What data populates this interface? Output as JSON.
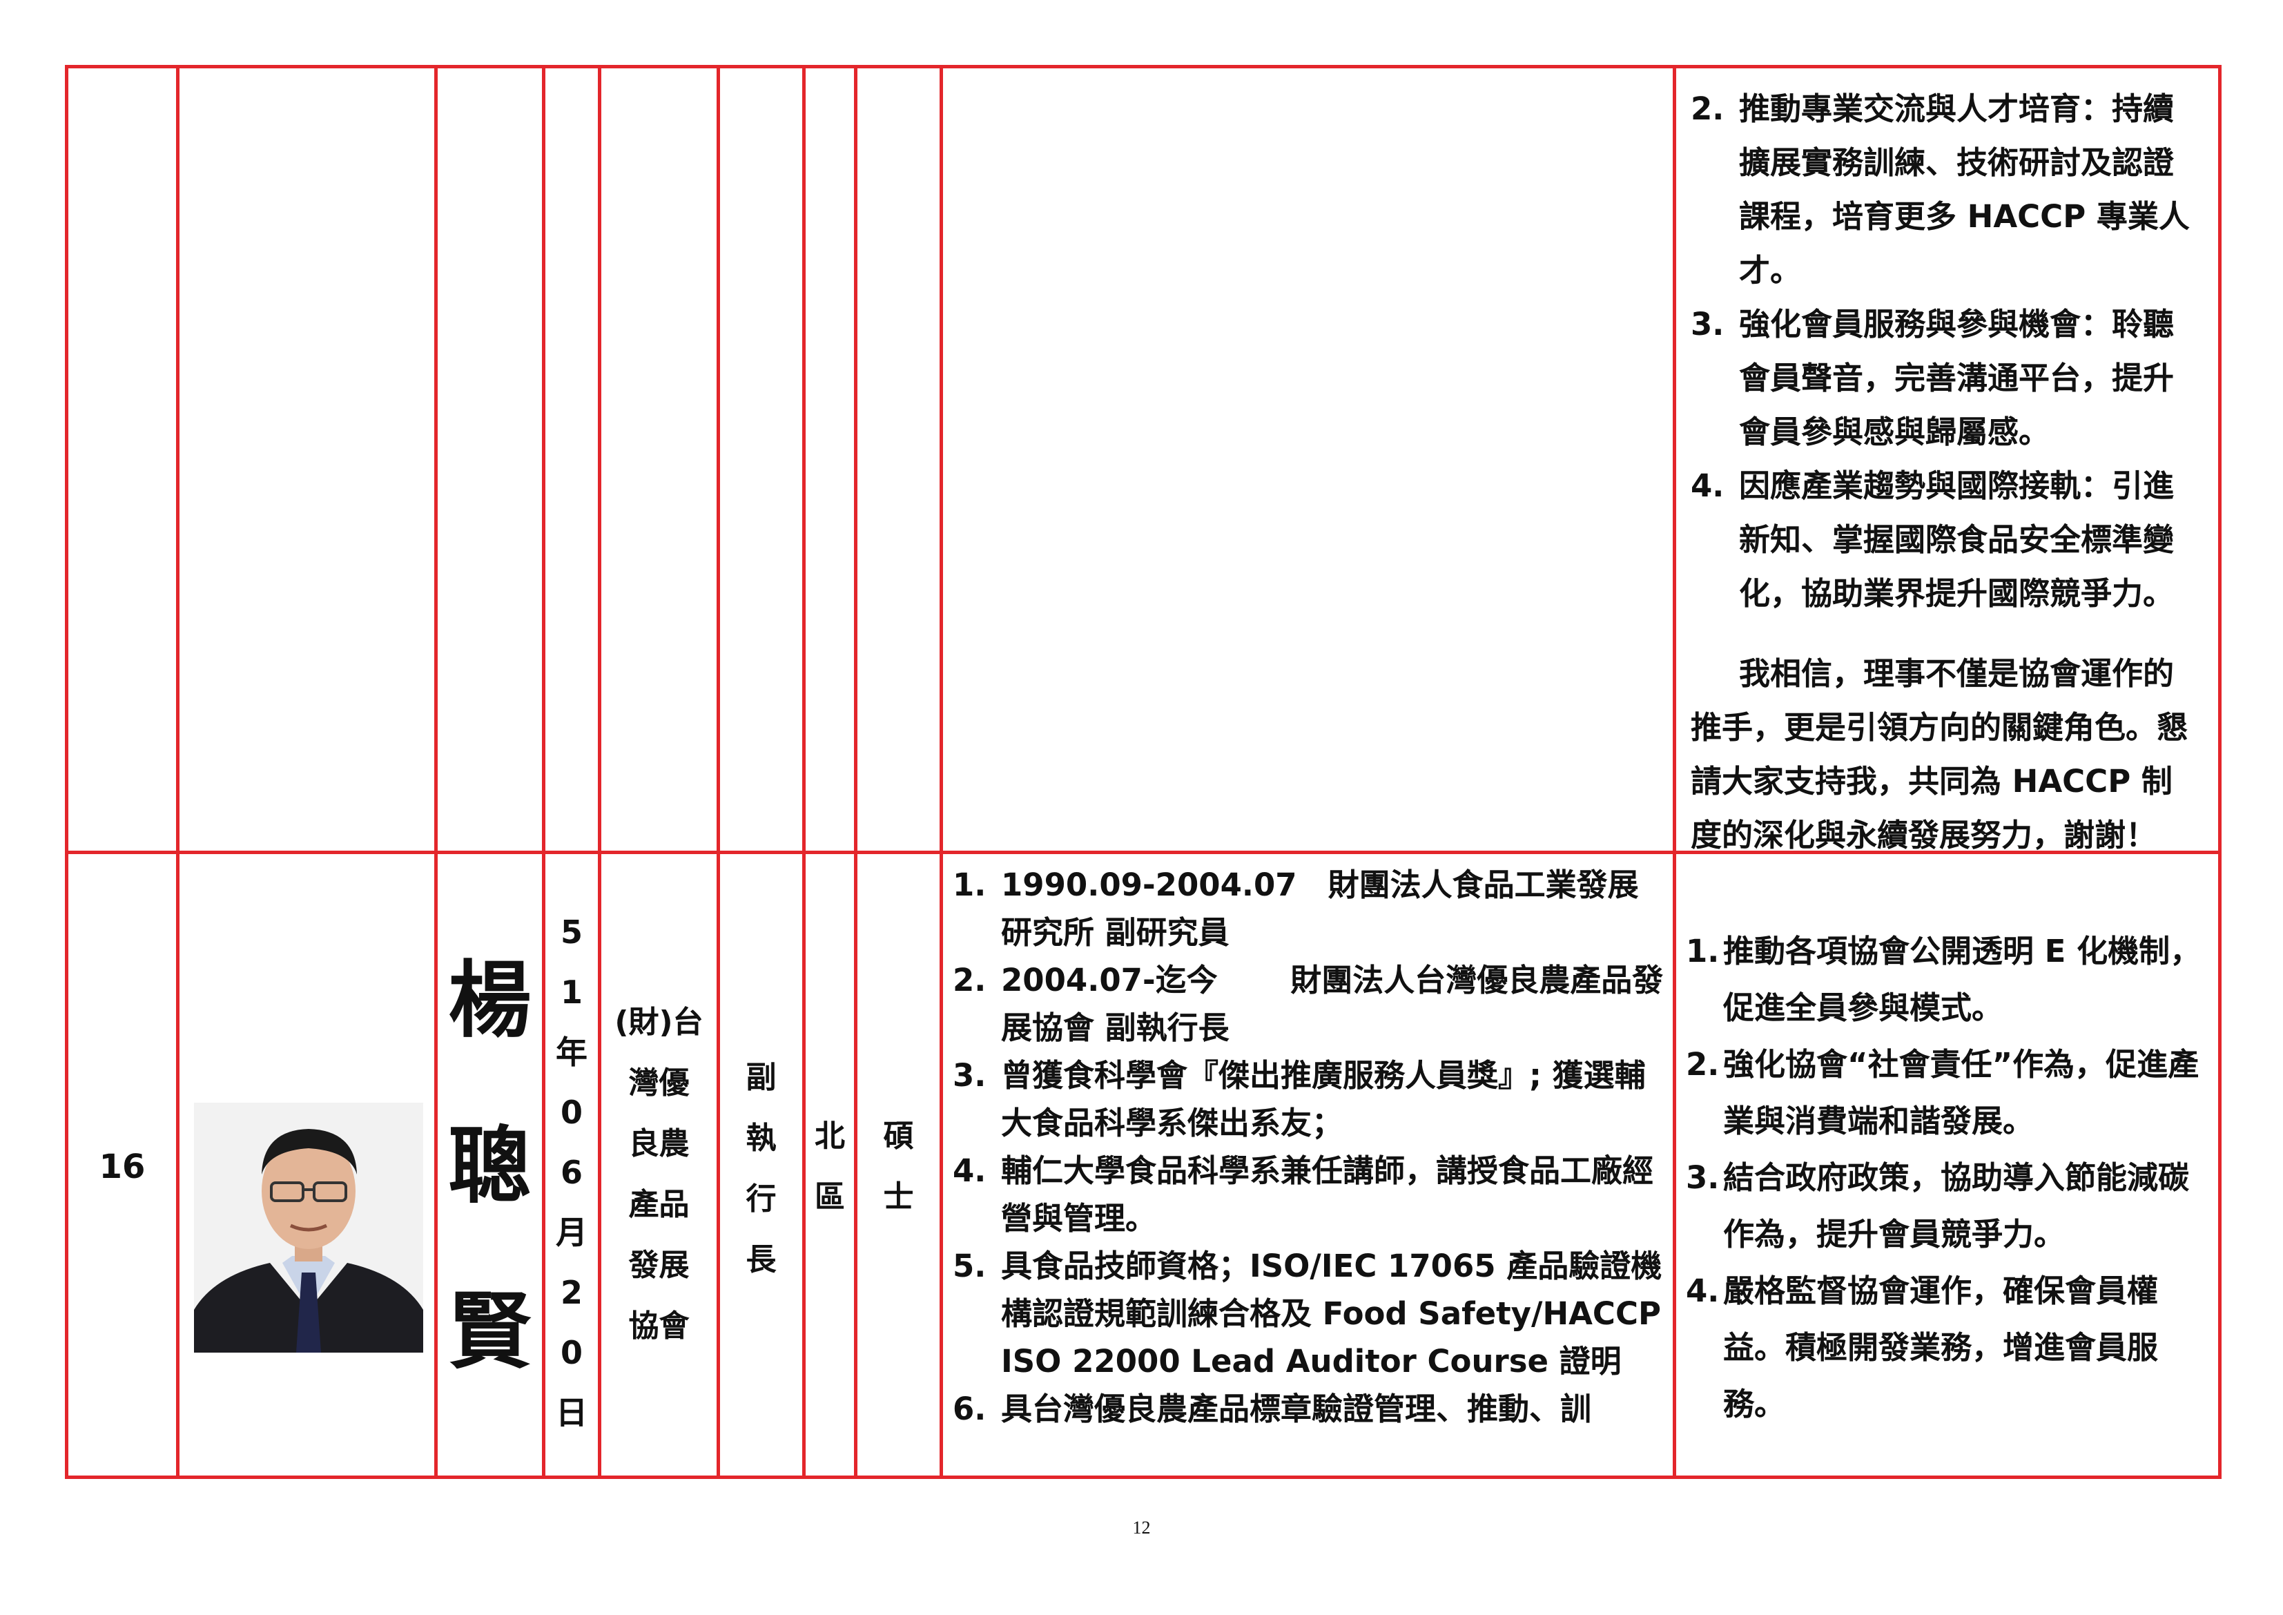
{
  "page_number": "12",
  "top_row": {
    "continued_items": [
      {
        "index": "2.",
        "text": "推動專業交流與人才培育：持續擴展實務訓練、技術研討及認證課程，培育更多 HACCP 專業人才。"
      },
      {
        "index": "3.",
        "text": "強化會員服務與參與機會：聆聽會員聲音，完善溝通平台，提升會員參與感與歸屬感。"
      },
      {
        "index": "4.",
        "text": "因應產業趨勢與國際接軌：引進新知、掌握國際食品安全標準變化，協助業界提升國際競爭力。"
      }
    ],
    "closing_paragraph": "我相信，理事不僅是協會運作的推手，更是引領方向的關鍵角色。懇請大家支持我，共同為 HACCP 制度的深化與永續發展努力，謝謝！"
  },
  "candidate": {
    "number": "16",
    "photo_icon": "portrait-photo",
    "name_chars": [
      "楊",
      "聰",
      "賢"
    ],
    "birth_chars": [
      "5",
      "1",
      "年",
      "0",
      "6",
      "月",
      "2",
      "0",
      "日"
    ],
    "organization_lines": [
      "(財)台",
      "灣優",
      "良農",
      "產品",
      "發展",
      "協會"
    ],
    "title_chars": [
      "副",
      "執",
      "行",
      "長"
    ],
    "region_chars": [
      "北",
      "區"
    ],
    "education_chars": [
      "碩",
      "士"
    ],
    "experience": [
      {
        "index": "1.",
        "text": "1990.09-2004.07　財團法人食品工業發展研究所  副研究員"
      },
      {
        "index": "2.",
        "text": "2004.07-迄今　　 財團法人台灣優良農產品發展協會  副執行長"
      },
      {
        "index": "3.",
        "text": "曾獲食科學會『傑出推廣服務人員獎』; 獲選輔大食品科學系傑出系友；"
      },
      {
        "index": "4.",
        "text": "輔仁大學食品科學系兼任講師，講授食品工廠經營與管理。"
      },
      {
        "index": "5.",
        "text": "具食品技師資格；ISO/IEC 17065  產品驗證機構認證規範訓練合格及 Food Safety/HACCP ISO 22000 Lead Auditor Course  證明"
      },
      {
        "index": "6.",
        "text": "具台灣優良農產品標章驗證管理、推動、訓"
      }
    ],
    "platform": [
      {
        "index": "1.",
        "text": "推動各項協會公開透明 E 化機制，促進全員參與模式。"
      },
      {
        "index": "2.",
        "text": "強化協會“社會責任”作為，促進產業與消費端和諧發展。"
      },
      {
        "index": "3.",
        "text": "結合政府政策，協助導入節能減碳作為，提升會員競爭力。"
      },
      {
        "index": "4.",
        "text": "嚴格監督協會運作，確保會員權益。積極開發業務，增進會員服務。"
      }
    ]
  }
}
